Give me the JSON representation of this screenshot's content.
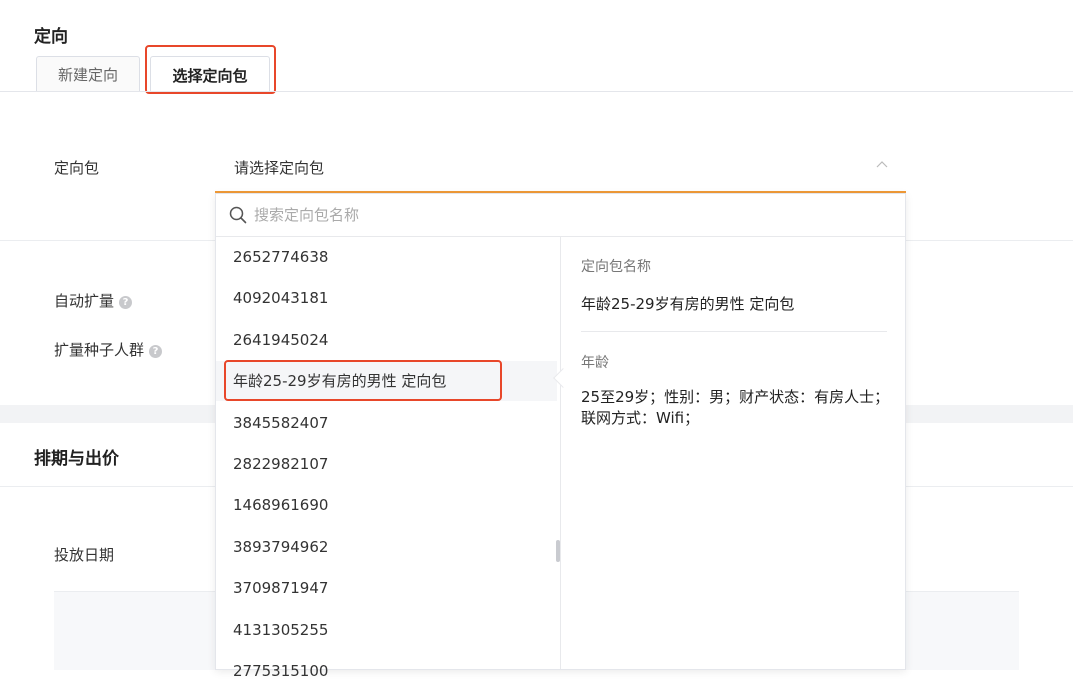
{
  "targeting": {
    "section_title": "定向",
    "tabs": [
      {
        "label": "新建定向"
      },
      {
        "label": "选择定向包"
      }
    ],
    "package_label": "定向包",
    "package_placeholder": "请选择定向包",
    "auto_expand_label": "自动扩量",
    "seed_label": "扩量种子人群",
    "help_glyph": "?"
  },
  "dropdown": {
    "search_placeholder": "搜索定向包名称",
    "items": [
      {
        "label": "2652774638"
      },
      {
        "label": "4092043181"
      },
      {
        "label": "2641945024"
      },
      {
        "label": "年龄25-29岁有房的男性 定向包"
      },
      {
        "label": "3845582407"
      },
      {
        "label": "2822982107"
      },
      {
        "label": "1468961690"
      },
      {
        "label": "3893794962"
      },
      {
        "label": "3709871947"
      },
      {
        "label": "4131305255"
      },
      {
        "label": "2775315100"
      }
    ],
    "detail": {
      "name_label": "定向包名称",
      "name": "年龄25-29岁有房的男性 定向包",
      "age_label": "年龄",
      "age_value": "25至29岁；性别：男；财产状态：有房人士；联网方式：Wifi；"
    }
  },
  "schedule": {
    "section_title": "排期与出价",
    "date_label": "投放日期"
  },
  "colors": {
    "highlight": "#e8472a",
    "accent_underline": "#f09a37"
  }
}
